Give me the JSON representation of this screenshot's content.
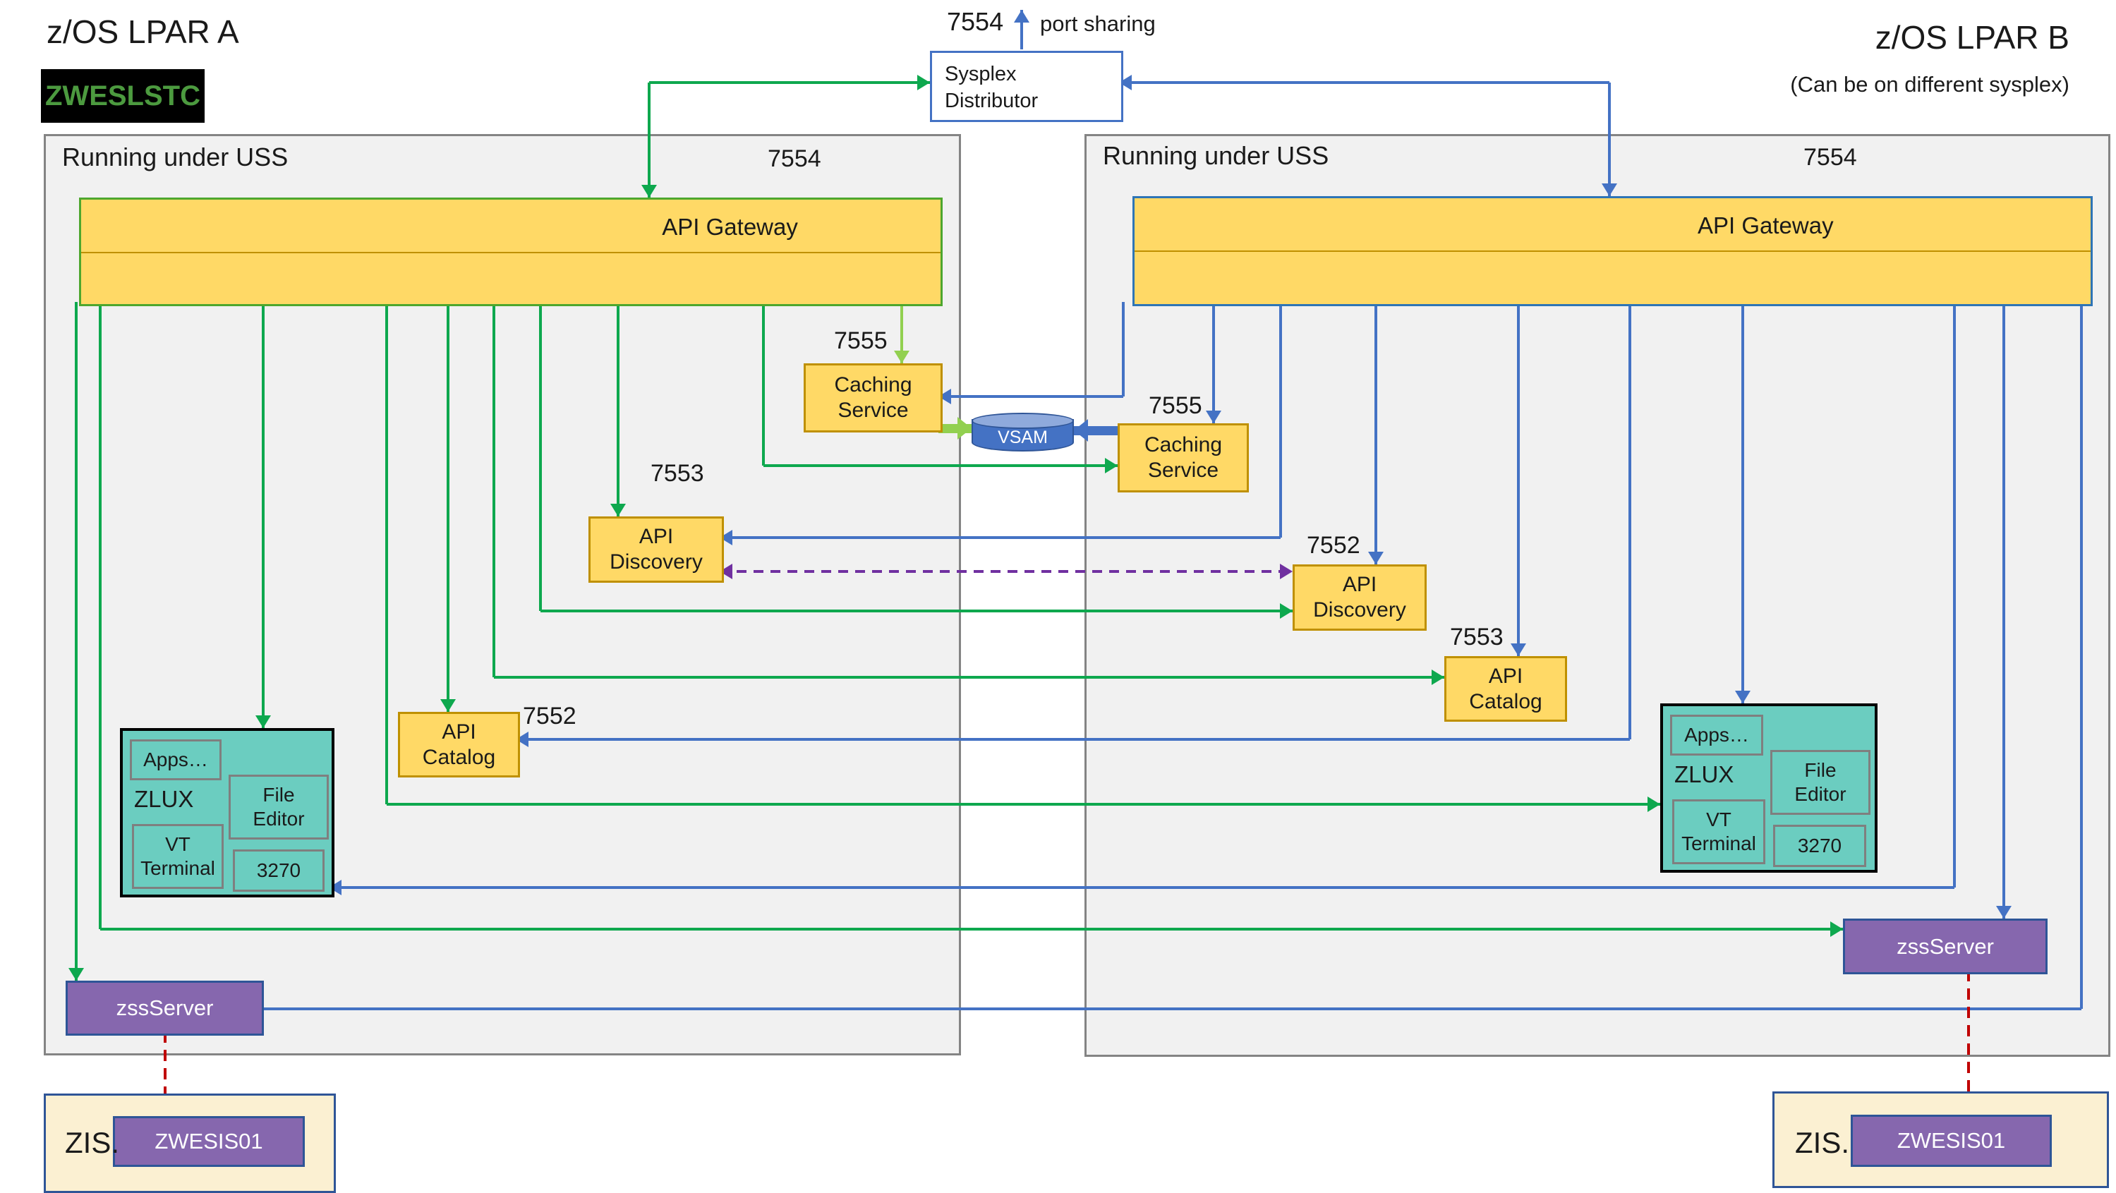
{
  "colors": {
    "green": "#0EA84E",
    "light_green": "#92D050",
    "blue": "#4472C4",
    "purple": "#7030A0",
    "red": "#C00000",
    "yellow_fill": "#FFD966",
    "yellow_border": "#BF9000",
    "teal_fill": "#6BCDC0",
    "purple_fill": "#8667AE",
    "navy_border": "#2F5597",
    "cream_fill": "#FBF0D2",
    "gray_fill": "#F1F1F1",
    "gateway_a_border": "#4EA72E",
    "gateway_b_border": "#2E75B6",
    "badge_text": "#4C9A3F"
  },
  "header": {
    "lpar_a": "z/OS LPAR A",
    "badge": "ZWESLSTC",
    "lpar_b": "z/OS LPAR B",
    "lpar_b_note": "(Can be on different sysplex)"
  },
  "sysplex": {
    "name": "Sysplex Distributor",
    "port": "7554",
    "note": "port sharing"
  },
  "vsam": {
    "label": "VSAM"
  },
  "lpar_a": {
    "uss": "Running under USS",
    "port": "7554",
    "gateway": "API Gateway",
    "caching": "Caching Service",
    "caching_port": "7555",
    "discovery": "API Discovery",
    "discovery_port": "7553",
    "catalog": "API Catalog",
    "catalog_port": "7552",
    "apps": "Apps…",
    "zlux": "ZLUX",
    "file_editor": "File Editor",
    "vt_terminal": "VT Terminal",
    "terminal_3270": "3270",
    "zss": "zssServer",
    "zis": "ZIS.",
    "zis_server": "ZWESIS01"
  },
  "lpar_b": {
    "uss": "Running under USS",
    "port": "7554",
    "gateway": "API Gateway",
    "caching": "Caching Service",
    "caching_port": "7555",
    "discovery": "API Discovery",
    "discovery_port": "7552",
    "catalog": "API Catalog",
    "catalog_port": "7553",
    "apps": "Apps…",
    "zlux": "ZLUX",
    "file_editor": "File Editor",
    "vt_terminal": "VT Terminal",
    "terminal_3270": "3270",
    "zss": "zssServer",
    "zis": "ZIS.",
    "zis_server": "ZWESIS01"
  }
}
